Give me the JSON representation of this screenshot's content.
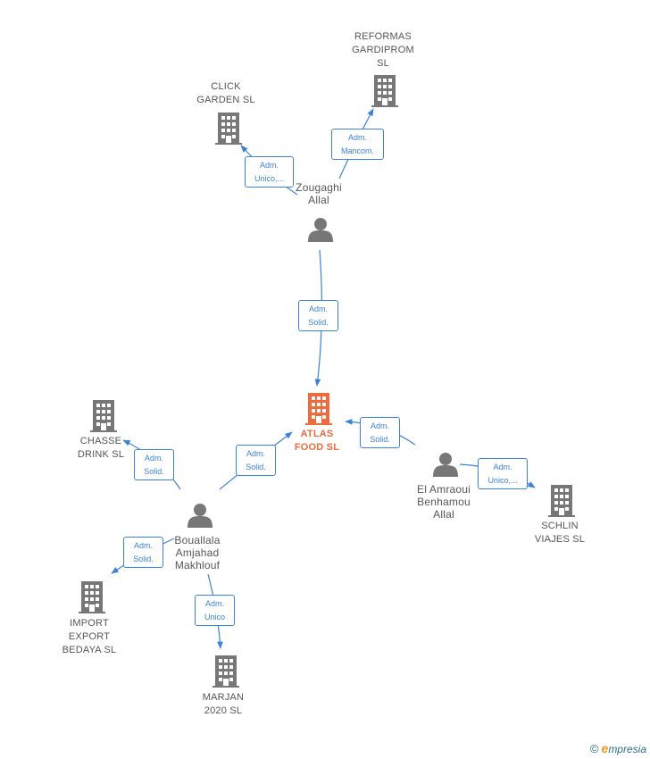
{
  "colors": {
    "edge": "#3c82d7",
    "node_gray": "#777777",
    "node_center": "#ef6a3c"
  },
  "nodes": [
    {
      "id": "reformas",
      "type": "company",
      "label": "REFORMAS\nGARDIPROM\nSL"
    },
    {
      "id": "click",
      "type": "company",
      "label": "CLICK\nGARDEN SL"
    },
    {
      "id": "zougaghi",
      "type": "person",
      "label": "Zougaghi\nAllal"
    },
    {
      "id": "atlas",
      "type": "company",
      "label": "ATLAS\nFOOD SL",
      "central": true
    },
    {
      "id": "chasse",
      "type": "company",
      "label": "CHASSE\nDRINK SL"
    },
    {
      "id": "elamraoui",
      "type": "person",
      "label": "El Amraoui\nBenhamou\nAllal"
    },
    {
      "id": "schlin",
      "type": "company",
      "label": "SCHLIN\nVIAJES SL"
    },
    {
      "id": "bouallala",
      "type": "person",
      "label": "Bouallala\nAmjahad\nMakhlouf"
    },
    {
      "id": "import",
      "type": "company",
      "label": "IMPORT\nEXPORT\nBEDAYA SL"
    },
    {
      "id": "marjan",
      "type": "company",
      "label": "MARJAN\n2020 SL"
    }
  ],
  "edges": [
    {
      "id": "e1",
      "line1": "Adm.",
      "line2": "Mancom."
    },
    {
      "id": "e2",
      "line1": "Adm.",
      "line2": "Unico,..."
    },
    {
      "id": "e3",
      "line1": "Adm.",
      "line2": "Solid."
    },
    {
      "id": "e4",
      "line1": "Adm.",
      "line2": "Solid."
    },
    {
      "id": "e5",
      "line1": "Adm.",
      "line2": "Unico,..."
    },
    {
      "id": "e6",
      "line1": "Adm.",
      "line2": "Solid."
    },
    {
      "id": "e7",
      "line1": "Adm.",
      "line2": "Solid."
    },
    {
      "id": "e8",
      "line1": "Adm.",
      "line2": "Solid."
    },
    {
      "id": "e9",
      "line1": "Adm.",
      "line2": "Unico"
    }
  ],
  "footer": {
    "copyright": "©",
    "brand_initial": "e",
    "brand_rest": "mpresia"
  }
}
